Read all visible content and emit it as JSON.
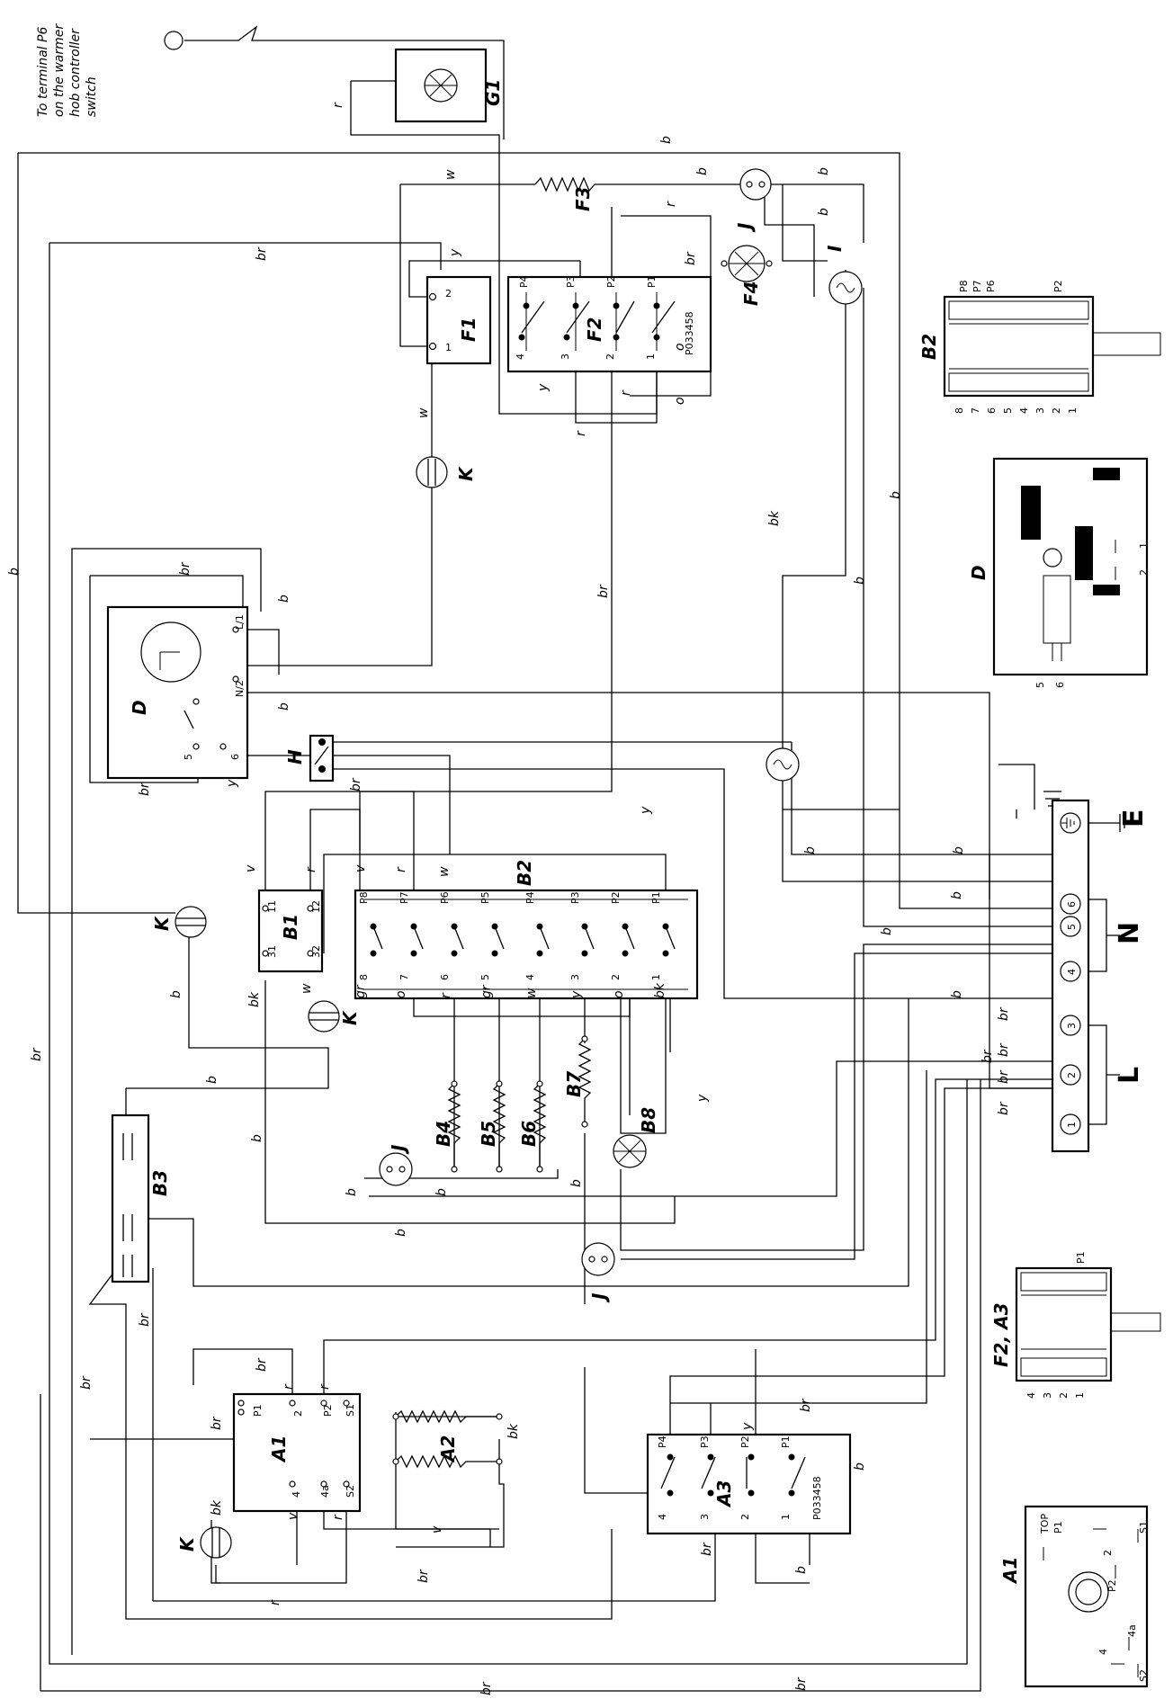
{
  "note": [
    "To terminal P6",
    "on the warmer",
    "hob controller",
    "switch"
  ],
  "components": {
    "G1": "G1",
    "F1": "F1",
    "F2": "F2",
    "F3": "F3",
    "F4": "F4",
    "I": "I",
    "J": "J",
    "K": "K",
    "D": "D",
    "H": "H",
    "B1": "B1",
    "B2": "B2",
    "B3": "B3",
    "B4": "B4",
    "B5": "B5",
    "B6": "B6",
    "B7": "B7",
    "B8": "B8",
    "A1": "A1",
    "A2": "A2",
    "A3": "A3",
    "E": "E",
    "N": "N",
    "L": "L",
    "F2A3": "F2, A3"
  },
  "part_codes": {
    "F2": "P033458",
    "A3": "P033458"
  },
  "terminal_block": [
    "1",
    "2",
    "3",
    "4",
    "5",
    "6"
  ],
  "wire_colors": [
    "b",
    "br",
    "bk",
    "w",
    "y",
    "v",
    "r",
    "o",
    "gr"
  ],
  "pins": {
    "F1": [
      "2",
      "1"
    ],
    "F2_top": [
      "P4",
      "P3",
      "P2",
      "P1"
    ],
    "F2_bottom": [
      "4",
      "3",
      "2",
      "1"
    ],
    "B1": [
      "11",
      "12",
      "31",
      "32"
    ],
    "B2_top": [
      "P8",
      "P7",
      "P6",
      "P5",
      "P4",
      "P3",
      "P2",
      "P1"
    ],
    "B2_bottom": [
      "8",
      "7",
      "6",
      "5",
      "4",
      "3",
      "2",
      "1"
    ],
    "D": [
      "L/1",
      "N/2",
      "5",
      "6"
    ],
    "A1": [
      "P1",
      "2",
      "P2",
      "S1",
      "4",
      "4a",
      "S2"
    ],
    "A3_top": [
      "P4",
      "P3",
      "P2",
      "P1"
    ],
    "A3_bottom": [
      "4",
      "3",
      "2",
      "1"
    ],
    "D_detail": [
      "1",
      "2",
      "5",
      "6"
    ],
    "A1_detail": [
      "TOP",
      "P1",
      "2",
      "P2",
      "S1",
      "4",
      "4a",
      "S2"
    ],
    "F2A3_detail": [
      "P1",
      "4",
      "3",
      "2",
      "1"
    ],
    "B2_detail_top": [
      "P8",
      "P7",
      "P6",
      "P2"
    ],
    "B2_detail_bottom": [
      "8",
      "7",
      "6",
      "5",
      "4",
      "3",
      "2",
      "1"
    ]
  }
}
